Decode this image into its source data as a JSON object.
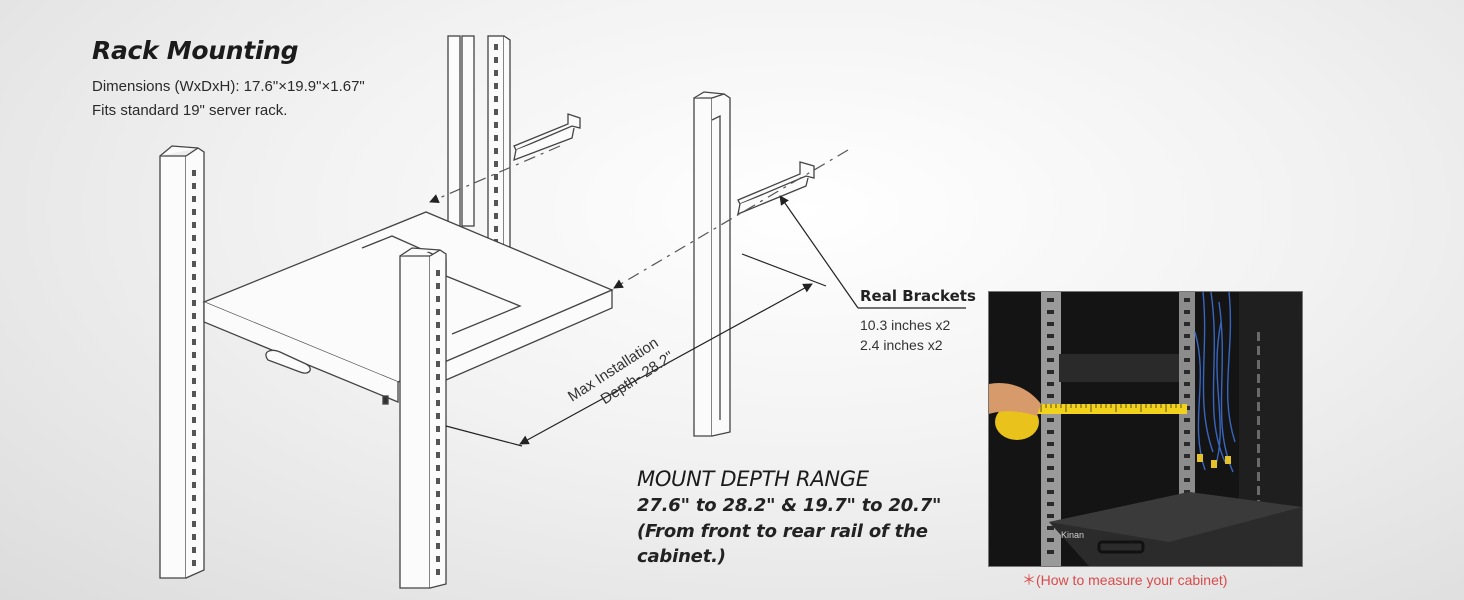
{
  "header": {
    "title": "Rack Mounting",
    "dimensions": "Dimensions (WxDxH): 17.6\"×19.9\"×1.67\"",
    "fits": "Fits standard 19\" server rack."
  },
  "diagram": {
    "depth_label_line1": "Max Installation",
    "depth_label_line2": "Depth- 28.2\""
  },
  "brackets": {
    "title": "Real Brackets",
    "line1": "10.3 inches x2",
    "line2": "2.4 inches x2"
  },
  "depth_range": {
    "title": "MOUNT DEPTH RANGE",
    "line1": "27.6\" to 28.2\" & 19.7\" to 20.7\"",
    "line2": "(From front to rear rail of the",
    "line3": "cabinet.)"
  },
  "photo": {
    "brand": "Kinan",
    "caption": "＊(How to measure your cabinet)"
  },
  "colors": {
    "caption": "#d94b4b",
    "tape": "#f2d21a"
  }
}
